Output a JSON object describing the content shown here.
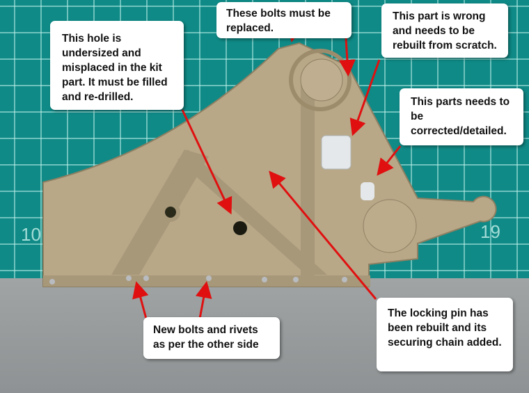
{
  "mat_numbers": {
    "left": "10",
    "right": "19"
  },
  "callouts": [
    {
      "id": "bolts",
      "text": "These bolts must be replaced."
    },
    {
      "id": "wrong-part",
      "text": "This part is wrong and needs to be rebuilt from scratch."
    },
    {
      "id": "hole",
      "text": "This hole is undersized and misplaced in the kit part. It must be filled and re-drilled."
    },
    {
      "id": "correct-part",
      "text": "This parts needs to be corrected/detailed."
    },
    {
      "id": "new-bolts",
      "text": "New bolts and rivets as per the other side"
    },
    {
      "id": "locking-pin",
      "text": "The locking pin has been rebuilt and its securing chain added."
    }
  ],
  "colors": {
    "mat": "#0f8a86",
    "part": "#b8a888",
    "arrow": "#e01010",
    "floor": "#9a9e9e"
  }
}
